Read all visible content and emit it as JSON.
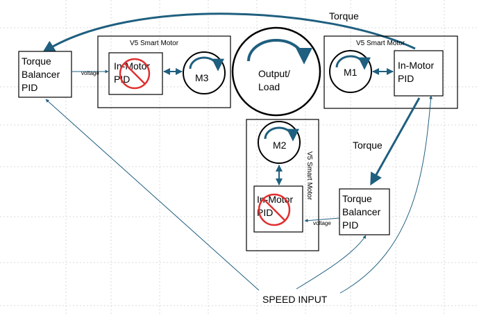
{
  "diagram": {
    "top_torque_label": "Torque",
    "mid_torque_label": "Torque",
    "speed_input": "SPEED INPUT",
    "left_balancer": {
      "line1": "Torque",
      "line2": "Balancer",
      "line3": "PID",
      "voltage": "voltage"
    },
    "right_balancer": {
      "line1": "Torque",
      "line2": "Balancer",
      "line3": "PID",
      "voltage": "voltage"
    },
    "motor_left": {
      "title": "V5 Smart Motor",
      "pid_line1": "In-Motor",
      "pid_line2": "PID",
      "motor": "M3"
    },
    "motor_right": {
      "title": "V5 Smart Motor",
      "pid_line1": "In-Motor",
      "pid_line2": "PID",
      "motor": "M1"
    },
    "motor_bottom": {
      "title": "V5 Smart Motor",
      "pid_line1": "In-Motor",
      "pid_line2": "PID",
      "motor": "M2"
    },
    "load": {
      "line1": "Output/",
      "line2": "Load"
    }
  },
  "colors": {
    "arrow": "#1f5f7f",
    "forbid": "#e03030",
    "grid": "#d9d9d9",
    "line": "#000000"
  }
}
